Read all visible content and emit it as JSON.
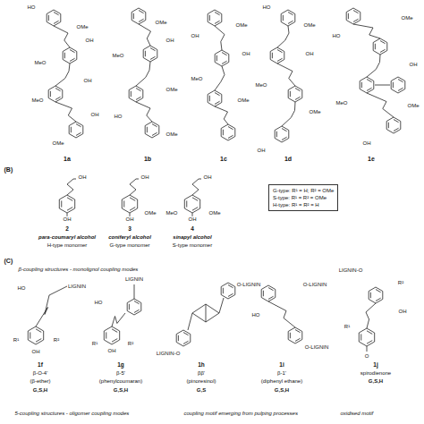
{
  "diagram": {
    "nodes": [
      {
        "text": [
          "G-type: R¹ = H; R² = OMe",
          "S-type: R¹ = R² = OMe",
          "H-type: R¹ = R² = H"
        ]
      }
    ],
    "labels": [
      "HO",
      "OMe",
      "OH",
      "MeO",
      "OH",
      "MeO",
      "OH",
      "OMe",
      "1a",
      "OMe",
      "OH",
      "MeO",
      "OMe",
      "HO",
      "OMe",
      "1b",
      "OH",
      "OMe",
      "MeO",
      "OMe",
      "OH",
      "1c",
      "HO",
      "OMe",
      "OH",
      "MeO",
      "OMe",
      "OH",
      "1d",
      "HO",
      "OMe",
      "OH",
      "MeO",
      "OMe",
      "OH",
      "1e",
      "(B)",
      "OH",
      "OH",
      "2",
      "para-coumaryl alcohol",
      "H-type monomer",
      "OH",
      "OMe",
      "OH",
      "3",
      "coniferyl alcohol",
      "G-type monomer",
      "OH",
      "MeO",
      "OMe",
      "OH",
      "4",
      "sinapyl alcohol",
      "S-type monomer",
      "(C)",
      "β-coupling structures - monolignol coupling modes",
      "HO",
      "LIGNIN",
      "R¹",
      "R²",
      "OH",
      "1f",
      "β-O-4'",
      "(β-ether)",
      "G,S,H",
      "LIGNIN",
      "HO",
      "R¹",
      "R²",
      "OH",
      "1g",
      "β-5'",
      "(phenylcoumaran)",
      "G,S,H",
      "O-LIGNIN",
      "LIGNIN-O",
      "1h",
      "ββ'",
      "(pinoresinol)",
      "G,S",
      "O-LIGNIN",
      "HO",
      "O-LIGNIN",
      "1i",
      "β-1'",
      "(diphenyl ethane)",
      "G,S,H",
      "LIGNIN-O",
      "R²",
      "OH",
      "R¹",
      "O",
      "1j",
      "spirodienone",
      "G,S,H",
      "5-coupling structures - oligomer coupling modes",
      "coupling motif emerging from pulping processes",
      "oxidised motif"
    ]
  }
}
